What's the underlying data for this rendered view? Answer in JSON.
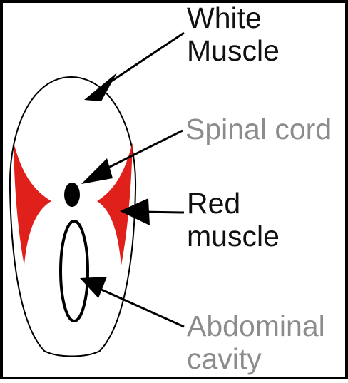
{
  "labels": {
    "white_muscle": {
      "line1": "White",
      "line2": "Muscle"
    },
    "spinal_cord": "Spinal cord",
    "red_muscle": {
      "line1": "Red",
      "line2": "muscle"
    },
    "abdominal_cavity": {
      "line1": "Abdominal",
      "line2": "cavity"
    }
  },
  "colors": {
    "label_black": "#111111",
    "label_gray": "#8c8c8c",
    "red_muscle": "#e0201b",
    "outline": "#000000"
  }
}
